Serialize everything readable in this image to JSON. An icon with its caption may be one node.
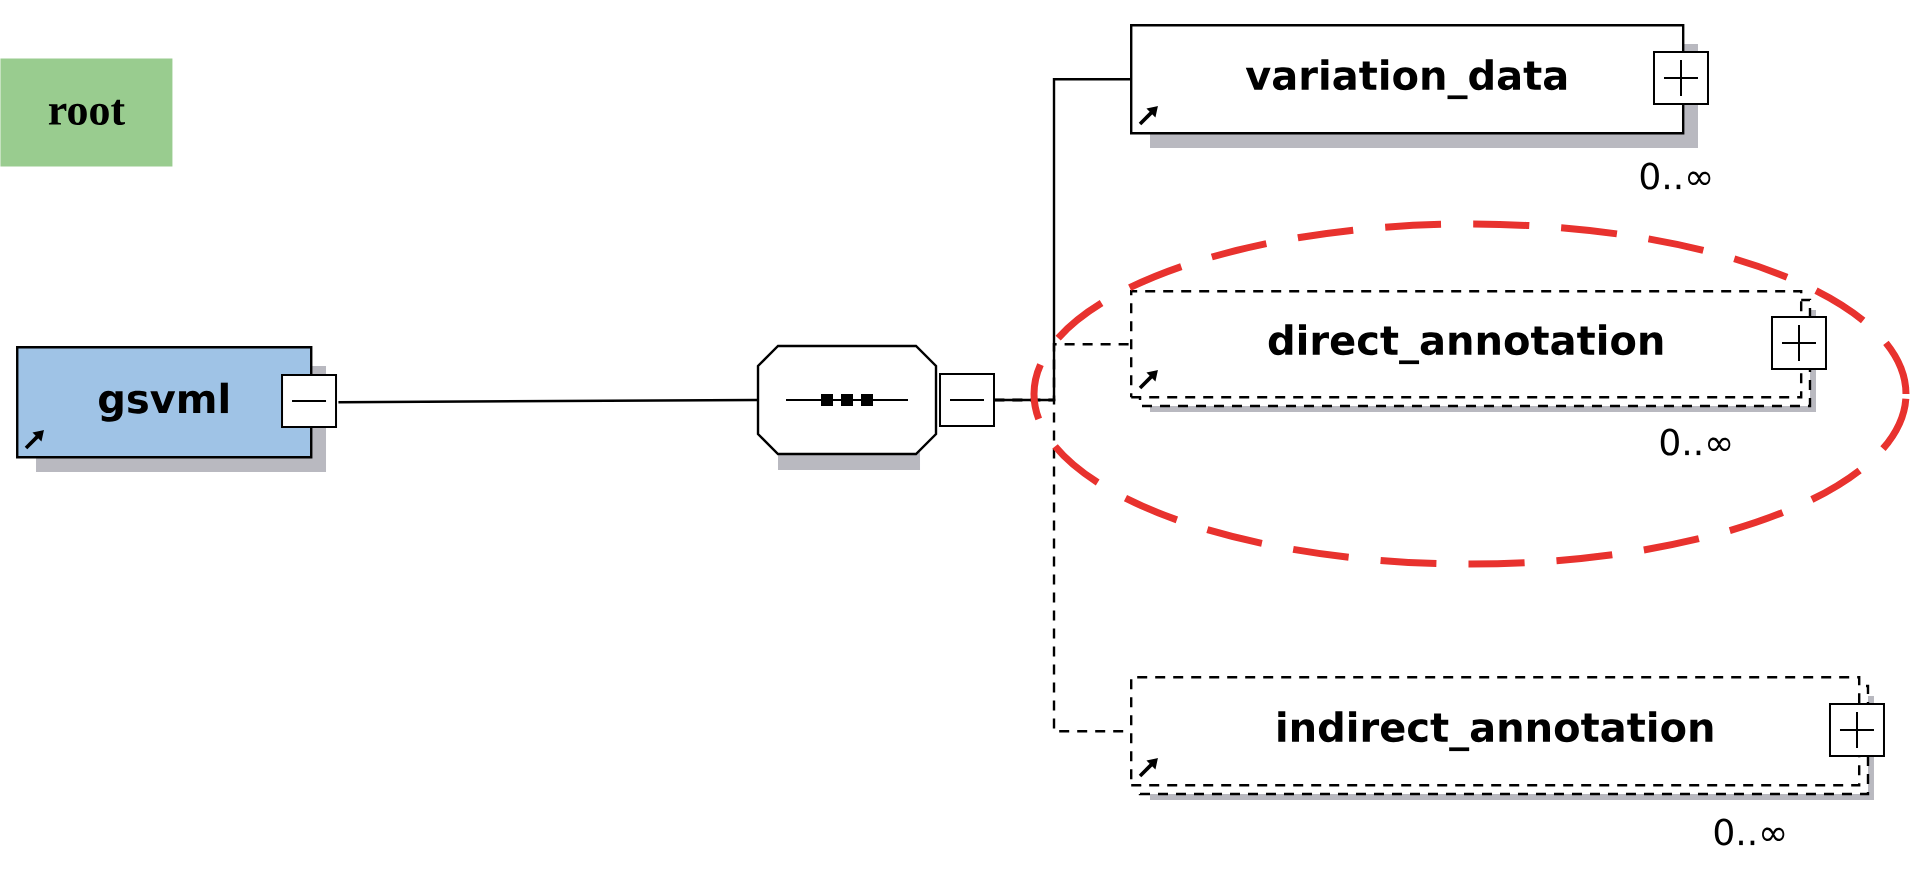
{
  "diagram": {
    "nodes": [
      {
        "text": [
          "root"
        ]
      },
      {
        "text": [
          "gsvml"
        ]
      },
      {
        "text": [],
        "shape": "octagon"
      },
      {
        "text": [
          "variation_data"
        ],
        "beside": [
          "0..∞"
        ]
      },
      {
        "text": [
          "direct_annotation"
        ],
        "beside": [
          "0..∞"
        ]
      },
      {
        "text": [
          "indirect_annotation"
        ],
        "beside": [
          "0..∞"
        ]
      }
    ],
    "edges": [
      {
        "from": 1,
        "to": 2,
        "arrow": "none"
      },
      {
        "from": 2,
        "to": 3,
        "arrow": "none"
      },
      {
        "from": 2,
        "to": 4,
        "arrow": "none",
        "style": "dashed"
      },
      {
        "from": 2,
        "to": 5,
        "arrow": "none",
        "style": "dashed"
      }
    ]
  }
}
